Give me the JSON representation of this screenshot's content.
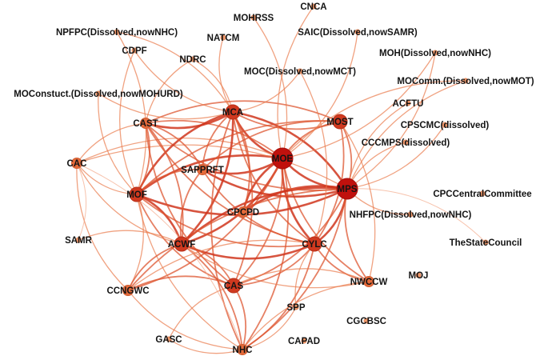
{
  "nodes": [
    {
      "id": "MOE",
      "label": "MOE",
      "tier": 1
    },
    {
      "id": "MPS",
      "label": "MPS",
      "tier": 1
    },
    {
      "id": "MCA",
      "label": "MCA",
      "tier": 2
    },
    {
      "id": "MOF",
      "label": "MOF",
      "tier": 2
    },
    {
      "id": "ACWF",
      "label": "ACWF",
      "tier": 2
    },
    {
      "id": "CYLC",
      "label": "CYLC",
      "tier": 2
    },
    {
      "id": "MOST",
      "label": "MOST",
      "tier": 2
    },
    {
      "id": "CAST",
      "label": "CAST",
      "tier": 3
    },
    {
      "id": "SAPPRFT",
      "label": "SAPPRFT",
      "tier": 3
    },
    {
      "id": "CPCPD",
      "label": "CPCPD",
      "tier": 3
    },
    {
      "id": "CAS",
      "label": "CAS",
      "tier": 2
    },
    {
      "id": "CAC",
      "label": "CAC",
      "tier": 3
    },
    {
      "id": "CCNGWC",
      "label": "CCNGWC",
      "tier": 3
    },
    {
      "id": "NHC",
      "label": "NHC",
      "tier": 3
    },
    {
      "id": "NWCCW",
      "label": "NWCCW",
      "tier": 3
    },
    {
      "id": "SAMR",
      "label": "SAMR",
      "tier": 4
    },
    {
      "id": "GASC",
      "label": "GASC",
      "tier": 4
    },
    {
      "id": "SPP",
      "label": "SPP",
      "tier": 4
    },
    {
      "id": "CAPAD",
      "label": "CAPAD",
      "tier": 4
    },
    {
      "id": "CGCBSC",
      "label": "CGCBSC",
      "tier": 4
    },
    {
      "id": "MOJ",
      "label": "MOJ",
      "tier": 4
    },
    {
      "id": "TheStateCouncil",
      "label": "TheStateCouncil",
      "tier": 4
    },
    {
      "id": "CPCCentralCommittee",
      "label": "CPCCentralCommittee",
      "tier": 4
    },
    {
      "id": "NHFPC",
      "label": "NHFPC(Dissolved,nowNHC)",
      "tier": 4
    },
    {
      "id": "CCCMPS",
      "label": "CCCMPS(dissolved)",
      "tier": 4
    },
    {
      "id": "CPSCMC",
      "label": "CPSCMC(dissolved)",
      "tier": 4
    },
    {
      "id": "ACFTU",
      "label": "ACFTU",
      "tier": 4
    },
    {
      "id": "MOComm",
      "label": "MOComm.(Dissolved,nowMOT)",
      "tier": 4
    },
    {
      "id": "MOH",
      "label": "MOH(Dissolved,nowNHC)",
      "tier": 4
    },
    {
      "id": "SAIC",
      "label": "SAIC(Dissolved,nowSAMR)",
      "tier": 4
    },
    {
      "id": "CNCA",
      "label": "CNCA",
      "tier": 4
    },
    {
      "id": "MOHRSS",
      "label": "MOHRSS",
      "tier": 4
    },
    {
      "id": "NATCM",
      "label": "NATCM",
      "tier": 4
    },
    {
      "id": "MOC",
      "label": "MOC(Dissolved,nowMCT)",
      "tier": 4
    },
    {
      "id": "NPFPC",
      "label": "NPFPC(Dissolved,nowNHC)",
      "tier": 4
    },
    {
      "id": "CDPF",
      "label": "CDPF",
      "tier": 4
    },
    {
      "id": "NDRC",
      "label": "NDRC",
      "tier": 4
    },
    {
      "id": "MOConstruct",
      "label": "MOConstuct.(Dissolved,nowMOHURD)",
      "tier": 4
    }
  ],
  "edges": [
    [
      "MOE",
      "MPS",
      1
    ],
    [
      "MOE",
      "MCA",
      1
    ],
    [
      "MOE",
      "MOF",
      1
    ],
    [
      "MOE",
      "ACWF",
      1
    ],
    [
      "MOE",
      "CYLC",
      1
    ],
    [
      "MOE",
      "MOST",
      2
    ],
    [
      "MOE",
      "CAST",
      2
    ],
    [
      "MOE",
      "SAPPRFT",
      1
    ],
    [
      "MOE",
      "CPCPD",
      1
    ],
    [
      "MOE",
      "CAS",
      2
    ],
    [
      "MOE",
      "CAC",
      3
    ],
    [
      "MOE",
      "NHC",
      2
    ],
    [
      "MOE",
      "NWCCW",
      2
    ],
    [
      "MOE",
      "CCNGWC",
      2
    ],
    [
      "MPS",
      "MCA",
      1
    ],
    [
      "MPS",
      "MOF",
      1
    ],
    [
      "MPS",
      "ACWF",
      1
    ],
    [
      "MPS",
      "CYLC",
      1
    ],
    [
      "MPS",
      "MOST",
      2
    ],
    [
      "MPS",
      "SAPPRFT",
      1
    ],
    [
      "MPS",
      "CPCPD",
      1
    ],
    [
      "MPS",
      "CAS",
      2
    ],
    [
      "MPS",
      "CAC",
      3
    ],
    [
      "MPS",
      "NHC",
      2
    ],
    [
      "MPS",
      "NWCCW",
      2
    ],
    [
      "MPS",
      "CAST",
      2
    ],
    [
      "MPS",
      "CCNGWC",
      2
    ],
    [
      "MPS",
      "TheStateCouncil",
      4
    ],
    [
      "MCA",
      "MOF",
      1
    ],
    [
      "MCA",
      "ACWF",
      1
    ],
    [
      "MCA",
      "CYLC",
      2
    ],
    [
      "MCA",
      "CAST",
      1
    ],
    [
      "MCA",
      "SAPPRFT",
      2
    ],
    [
      "MCA",
      "CAS",
      2
    ],
    [
      "MCA",
      "MOST",
      2
    ],
    [
      "MCA",
      "CPCPD",
      2
    ],
    [
      "MCA",
      "NHC",
      2
    ],
    [
      "MOF",
      "ACWF",
      1
    ],
    [
      "MOF",
      "CYLC",
      2
    ],
    [
      "MOF",
      "CAC",
      3
    ],
    [
      "MOF",
      "CAST",
      2
    ],
    [
      "MOF",
      "SAPPRFT",
      2
    ],
    [
      "MOF",
      "CAS",
      2
    ],
    [
      "MOF",
      "CCNGWC",
      3
    ],
    [
      "MOF",
      "NHC",
      3
    ],
    [
      "MOF",
      "MOST",
      2
    ],
    [
      "ACWF",
      "CYLC",
      1
    ],
    [
      "ACWF",
      "CAS",
      2
    ],
    [
      "ACWF",
      "CCNGWC",
      2
    ],
    [
      "ACWF",
      "NHC",
      2
    ],
    [
      "ACWF",
      "NWCCW",
      3
    ],
    [
      "ACWF",
      "SAPPRFT",
      2
    ],
    [
      "ACWF",
      "CAST",
      2
    ],
    [
      "ACWF",
      "CAC",
      3
    ],
    [
      "ACWF",
      "SAMR",
      3
    ],
    [
      "CYLC",
      "CAS",
      2
    ],
    [
      "CYLC",
      "NWCCW",
      2
    ],
    [
      "CYLC",
      "NHC",
      2
    ],
    [
      "CYLC",
      "CCNGWC",
      3
    ],
    [
      "CYLC",
      "SAPPRFT",
      2
    ],
    [
      "CYLC",
      "MOST",
      2
    ],
    [
      "CYLC",
      "CAST",
      2
    ],
    [
      "CYLC",
      "SPP",
      3
    ],
    [
      "CAST",
      "SAPPRFT",
      2
    ],
    [
      "CAST",
      "CAS",
      2
    ],
    [
      "CAST",
      "MOST",
      2
    ],
    [
      "CAST",
      "CAC",
      3
    ],
    [
      "CAS",
      "NHC",
      2
    ],
    [
      "CAS",
      "CCNGWC",
      2
    ],
    [
      "CAS",
      "NWCCW",
      3
    ],
    [
      "CAS",
      "GASC",
      3
    ],
    [
      "NHC",
      "GASC",
      3
    ],
    [
      "NHC",
      "SPP",
      3
    ],
    [
      "NHC",
      "CCNGWC",
      3
    ],
    [
      "NHC",
      "CAC",
      4
    ],
    [
      "NHC",
      "NWCCW",
      3
    ],
    [
      "CAC",
      "CCNGWC",
      3
    ],
    [
      "CAC",
      "SAMR",
      4
    ],
    [
      "MOST",
      "SAPPRFT",
      2
    ],
    [
      "MOST",
      "NWCCW",
      3
    ],
    [
      "MOE",
      "MOH",
      3
    ],
    [
      "MOE",
      "MOComm",
      3
    ],
    [
      "MOE",
      "SAIC",
      3
    ],
    [
      "MOE",
      "CNCA",
      3
    ],
    [
      "MOE",
      "MOHRSS",
      3
    ],
    [
      "MPS",
      "ACFTU",
      3
    ],
    [
      "MPS",
      "CPSCMC",
      3
    ],
    [
      "MPS",
      "CCCMPS",
      3
    ],
    [
      "MPS",
      "NHFPC",
      3
    ],
    [
      "MPS",
      "MOComm",
      3
    ],
    [
      "MPS",
      "MOH",
      3
    ],
    [
      "MCA",
      "NATCM",
      3
    ],
    [
      "MCA",
      "MOC",
      3
    ],
    [
      "MCA",
      "MOConstruct",
      3
    ],
    [
      "MCA",
      "NPFPC",
      3
    ],
    [
      "MCA",
      "CDPF",
      3
    ],
    [
      "MCA",
      "NDRC",
      3
    ],
    [
      "MOF",
      "CDPF",
      3
    ],
    [
      "MOF",
      "NPFPC",
      3
    ],
    [
      "MOF",
      "MOConstruct",
      3
    ],
    [
      "CYLC",
      "MOC",
      3
    ],
    [
      "CAST",
      "NDRC",
      3
    ]
  ]
}
